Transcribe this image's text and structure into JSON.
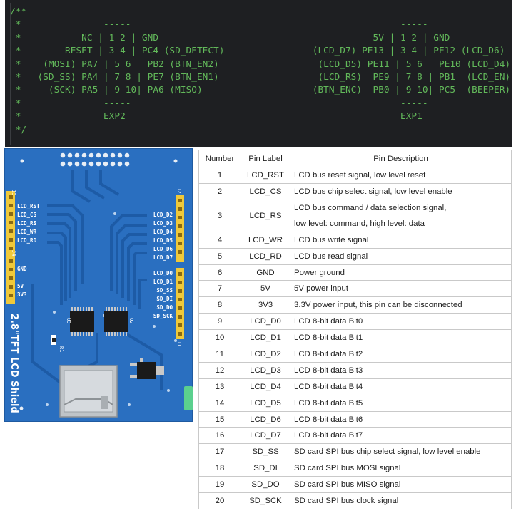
{
  "code": {
    "lines": [
      "/**",
      " *               -----                                                 -----",
      " *           NC | 1 2 | GND                                       5V | 1 2 | GND",
      " *        RESET | 3 4 | PC4 (SD_DETECT)                (LCD_D7) PE13 | 3 4 | PE12 (LCD_D6)",
      " *    (MOSI) PA7 | 5 6   PB2 (BTN_EN2)                  (LCD_D5) PE11 | 5 6   PE10 (LCD_D4)",
      " *   (SD_SS) PA4 | 7 8 | PE7 (BTN_EN1)                  (LCD_RS)  PE9 | 7 8 | PB1  (LCD_EN)",
      " *     (SCK) PA5 | 9 10| PA6 (MISO)                    (BTN_ENC)  PB0 | 9 10| PC5  (BEEPER)",
      " *               -----                                                 -----",
      " *               EXP2                                                  EXP1",
      " */"
    ]
  },
  "board": {
    "silkscreen_title": "2.8\"TFT LCD Shield",
    "left_header_label": "J3",
    "left_header_pins": [
      "LCD_RST",
      "LCD_CS",
      "LCD_RS",
      "LCD_WR",
      "LCD_RD"
    ],
    "power_header_label": "J4",
    "power_header_pins": [
      "GND",
      "5V",
      "3V3"
    ],
    "right_header_label": "J2",
    "right_header_pins": [
      "LCD_D2",
      "LCD_D3",
      "LCD_D4",
      "LCD_D5",
      "LCD_D6",
      "LCD_D7"
    ],
    "right_header2_label": "J1",
    "right_header2_pins": [
      "LCD_D0",
      "LCD_D1",
      "SD_SS",
      "SD_DI",
      "SD_DO",
      "SD_SCK"
    ],
    "ic_labels": [
      "U3",
      "U2"
    ],
    "resistor_label": "R1",
    "pcb_color": "#2a6fc0",
    "header_color": "#f0c93a"
  },
  "table": {
    "headers": [
      "Number",
      "Pin Label",
      "Pin Description"
    ],
    "rows": [
      {
        "num": "1",
        "label": "LCD_RST",
        "desc": [
          "LCD bus reset signal, low level reset"
        ]
      },
      {
        "num": "2",
        "label": "LCD_CS",
        "desc": [
          "LCD bus chip select signal, low level enable"
        ]
      },
      {
        "num": "3",
        "label": "LCD_RS",
        "desc": [
          "LCD bus command / data selection signal,",
          "low level: command, high level: data"
        ]
      },
      {
        "num": "4",
        "label": "LCD_WR",
        "desc": [
          "LCD bus write signal"
        ]
      },
      {
        "num": "5",
        "label": "LCD_RD",
        "desc": [
          "LCD bus read signal"
        ]
      },
      {
        "num": "6",
        "label": "GND",
        "desc": [
          "Power ground"
        ]
      },
      {
        "num": "7",
        "label": "5V",
        "desc": [
          "5V power input"
        ]
      },
      {
        "num": "8",
        "label": "3V3",
        "desc": [
          "3.3V power input, this pin can be disconnected"
        ]
      },
      {
        "num": "9",
        "label": "LCD_D0",
        "desc": [
          "LCD 8-bit data Bit0"
        ]
      },
      {
        "num": "10",
        "label": "LCD_D1",
        "desc": [
          "LCD 8-bit data Bit1"
        ]
      },
      {
        "num": "11",
        "label": "LCD_D2",
        "desc": [
          "LCD 8-bit data Bit2"
        ]
      },
      {
        "num": "12",
        "label": "LCD_D3",
        "desc": [
          "LCD 8-bit data Bit3"
        ]
      },
      {
        "num": "13",
        "label": "LCD_D4",
        "desc": [
          "LCD 8-bit data Bit4"
        ]
      },
      {
        "num": "14",
        "label": "LCD_D5",
        "desc": [
          "LCD 8-bit data Bit5"
        ]
      },
      {
        "num": "15",
        "label": "LCD_D6",
        "desc": [
          "LCD 8-bit data Bit6"
        ]
      },
      {
        "num": "16",
        "label": "LCD_D7",
        "desc": [
          "LCD 8-bit data Bit7"
        ]
      },
      {
        "num": "17",
        "label": "SD_SS",
        "desc": [
          "SD card SPI bus chip select signal, low level enable"
        ]
      },
      {
        "num": "18",
        "label": "SD_DI",
        "desc": [
          "SD card SPI bus MOSI signal"
        ]
      },
      {
        "num": "19",
        "label": "SD_DO",
        "desc": [
          "SD card SPI bus MISO signal"
        ]
      },
      {
        "num": "20",
        "label": "SD_SCK",
        "desc": [
          "SD card SPI bus clock signal"
        ]
      }
    ]
  }
}
